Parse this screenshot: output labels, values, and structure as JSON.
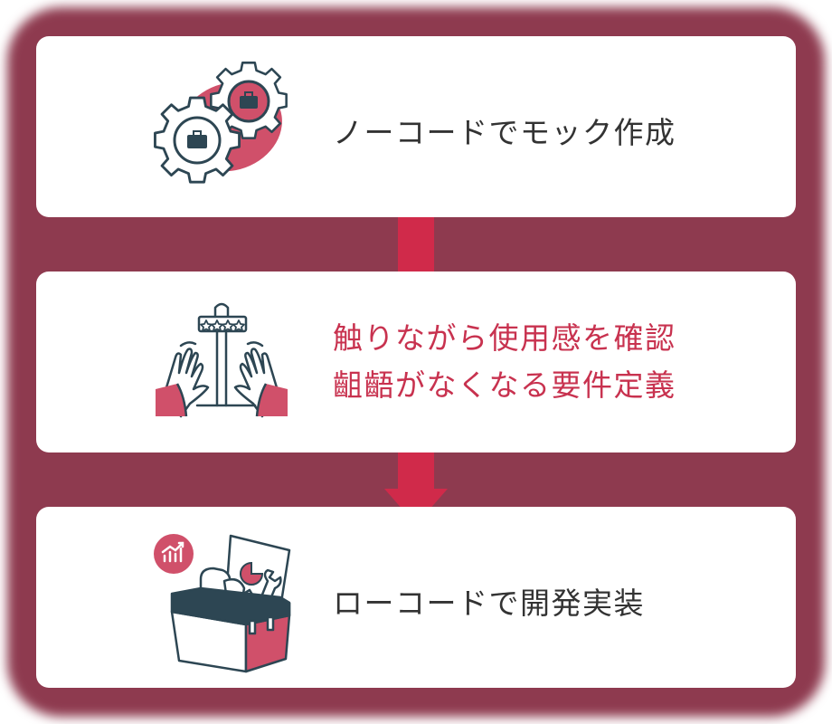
{
  "colors": {
    "glow": "#8e3a4f",
    "connector": "#d02a4a",
    "icon_stroke": "#2d4653",
    "icon_accent": "#d0506a",
    "highlight_text": "#c8324f",
    "body_text": "#333333"
  },
  "steps": [
    {
      "icon": "gears-briefcase-icon",
      "lines": [
        "ノーコードでモック作成"
      ]
    },
    {
      "icon": "hands-rating-sign-icon",
      "lines": [
        "触りながら使用感を確認",
        "齟齬がなくなる要件定義"
      ],
      "highlighted": true
    },
    {
      "icon": "toolbox-icon",
      "lines": [
        "ローコードで開発実装"
      ]
    }
  ],
  "connectors": [
    {
      "type": "bar"
    },
    {
      "type": "arrow-down"
    }
  ]
}
